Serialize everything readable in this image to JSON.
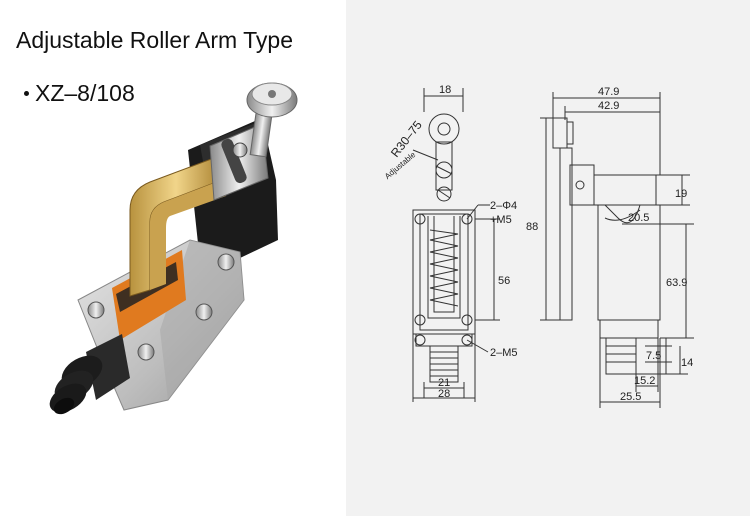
{
  "header": {
    "title": "Adjustable Roller Arm Type"
  },
  "product": {
    "model": "XZ–8/108"
  },
  "front_view": {
    "width_top": "18",
    "radius": "R30–75",
    "adjustable": "Adjustable",
    "hole_spec": "2–Φ4",
    "screw_spec": "+M5",
    "height_mid": "56",
    "bottom_screw": "2–M5",
    "width_inner": "21",
    "width_total": "28"
  },
  "side_view": {
    "width_outer": "47.9",
    "width_inner": "42.9",
    "height_total": "88",
    "height_top": "19",
    "arm_offset": "20.5",
    "height_body": "63.9",
    "conduit_step": "7.5",
    "conduit_height": "14",
    "conduit_width": "15.2",
    "base_width": "25.5"
  },
  "colors": {
    "drawing_bg": "#f2f2f2",
    "line": "#333333",
    "housing": "#c9c9c9",
    "label_orange": "#e07a1f"
  }
}
